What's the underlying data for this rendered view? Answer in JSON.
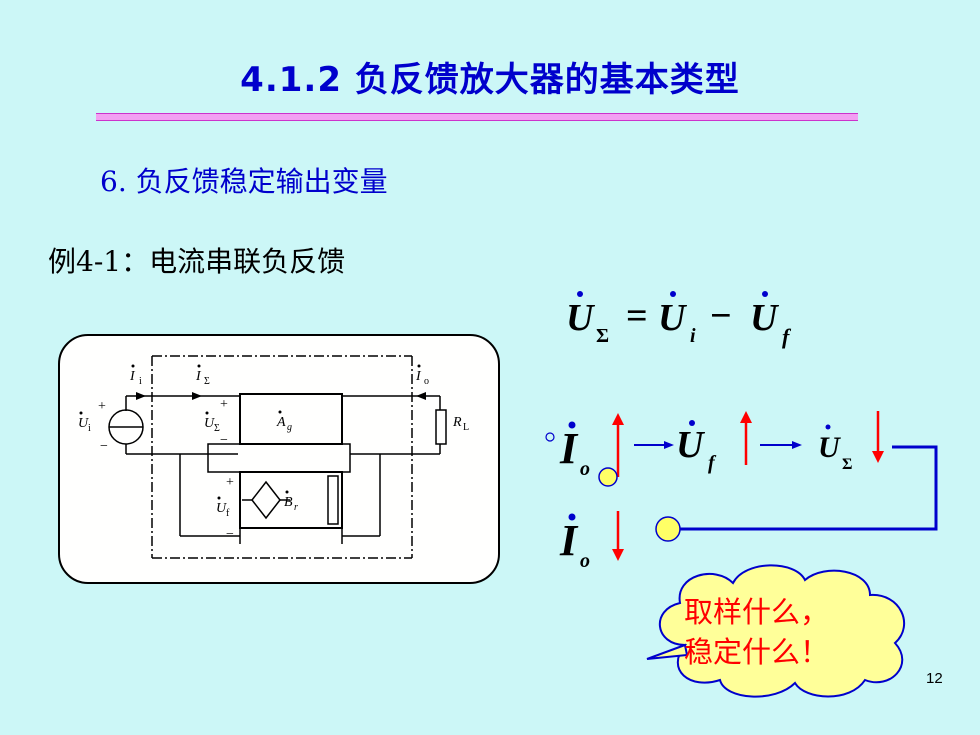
{
  "slide": {
    "title": "4.1.2 负反馈放大器的基本类型",
    "section_heading": "6. 负反馈稳定输出变量",
    "example_label": "例4-1：电流串联负反馈",
    "page_number": "12"
  },
  "equation": {
    "lhs": "U",
    "lhs_sub": "Σ",
    "equals": "=",
    "term1": "U",
    "term1_sub": "i",
    "minus": "−",
    "term2": "U",
    "term2_sub": "f"
  },
  "chain": {
    "io_symbol": "I",
    "io_sub": "o",
    "uf_symbol": "U",
    "uf_sub": "f",
    "usum_symbol": "U",
    "usum_sub": "Σ",
    "io2_symbol": "I",
    "io2_sub": "o"
  },
  "circuit": {
    "labels": {
      "ii": "I",
      "ii_sub": "i",
      "isum": "I",
      "isum_sub": "Σ",
      "io": "I",
      "io_sub": "o",
      "ui": "U",
      "ui_sub": "i",
      "usum": "U",
      "usum_sub": "Σ",
      "ag": "A",
      "ag_sub": "g",
      "rl": "R",
      "rl_sub": "L",
      "uf": "U",
      "uf_sub": "f",
      "br": "B",
      "br_sub": "r",
      "plus": "+",
      "minus": "−"
    }
  },
  "callout": {
    "line1": "取样什么，",
    "line2": "稳定什么！"
  },
  "colors": {
    "background": "#ccf7f7",
    "title_blue": "#0000cc",
    "arrow_red": "#ff0000",
    "cloud_fill": "#ffff99",
    "knob_yellow": "#ffff66"
  }
}
